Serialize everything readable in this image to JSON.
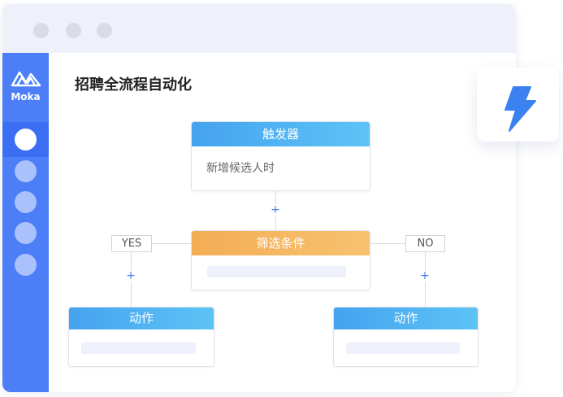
{
  "app": {
    "logo": "Moka",
    "title": "招聘全流程自动化"
  },
  "sidebar": {
    "items": [
      "active",
      "item2",
      "item3",
      "item4",
      "item5"
    ]
  },
  "flow": {
    "trigger": {
      "header": "触发器",
      "text": "新增候选人时"
    },
    "filter": {
      "header": "筛选条件"
    },
    "yes_label": "YES",
    "no_label": "NO",
    "plus": "+",
    "action_left": {
      "header": "动作"
    },
    "action_right": {
      "header": "动作"
    }
  },
  "colors": {
    "accent": "#4b7ef7",
    "header_blue": "#45a3ef",
    "header_orange": "#f4ad55"
  },
  "icons": {
    "badge": "lightning-icon"
  }
}
